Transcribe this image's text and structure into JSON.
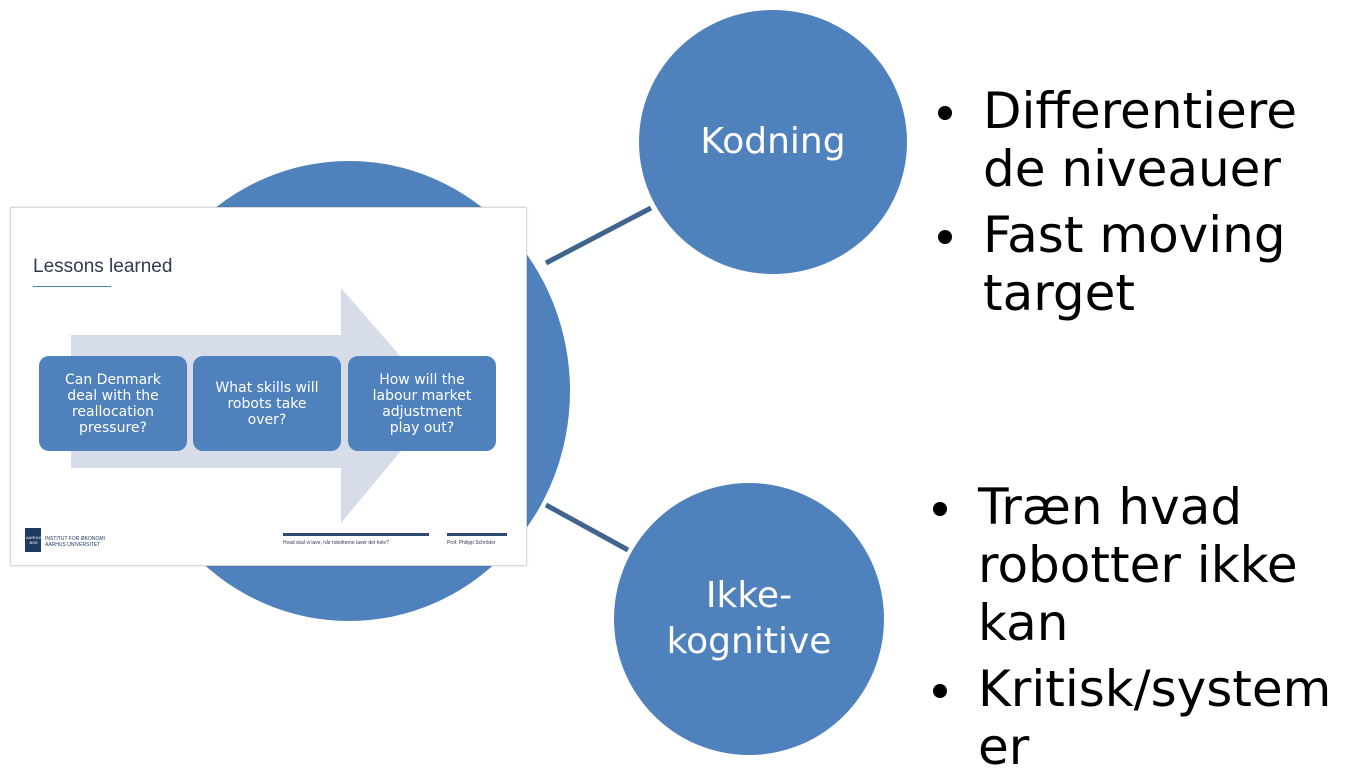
{
  "diagram": {
    "colors": {
      "circle_fill": "#4f81bd",
      "connector": "#41648f",
      "bullet_text": "#000000"
    },
    "nodes": {
      "top": {
        "label": "Kodning",
        "bullets": [
          "Differentiere de niveauer",
          "Fast moving target"
        ]
      },
      "bottom": {
        "label": "Ikke-\nkognitive",
        "bullets": [
          "Træn hvad robotter ikke kan",
          "Kritisk/system er"
        ]
      }
    }
  },
  "slide": {
    "title": "Lessons learned",
    "boxes": [
      "Can Denmark\ndeal with the\nreallocation\npressure?",
      "What skills will\nrobots take\nover?",
      "How will the\nlabour market\nadjustment\nplay out?"
    ],
    "footer_center": "Hvad skal vi lave, når robotterne laver det hele?",
    "footer_right": "Prof. Philipp Schröder",
    "logo_brand": "AARHUS\nBSS",
    "logo_text": "INSTITUT FOR ØKONOMI\nAARHUS UNIVERSITET"
  }
}
